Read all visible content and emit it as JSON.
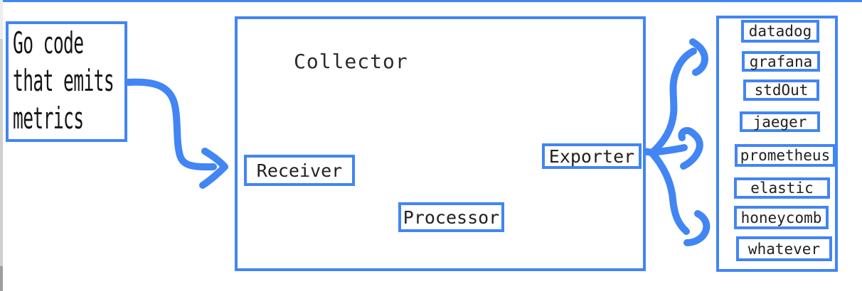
{
  "colors": {
    "accent": "#4285f4",
    "text": "#212121"
  },
  "source": {
    "lines": [
      "Go code",
      "that emits",
      "metrics"
    ]
  },
  "collector": {
    "title": "Collector",
    "receiver_label": "Receiver",
    "processor_label": "Processor",
    "exporter_label": "Exporter"
  },
  "destinations": [
    "datadog",
    "grafana",
    "stdOut",
    "jaeger",
    "prometheus",
    "elastic",
    "honeycomb",
    "whatever"
  ]
}
